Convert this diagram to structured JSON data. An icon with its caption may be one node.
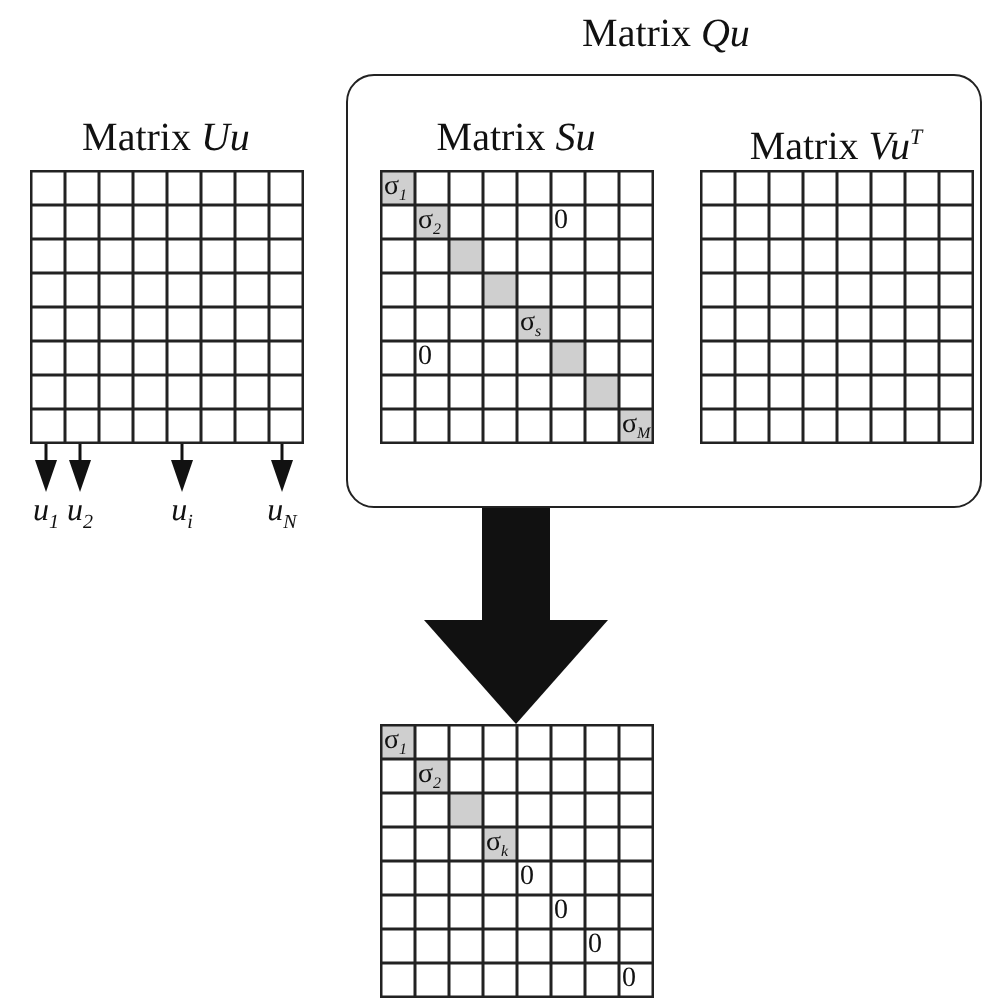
{
  "diagram": {
    "nodes": [
      {
        "text": [
          "Matrix *Qu*"
        ]
      },
      {
        "text": [
          "Matrix *Uu*"
        ]
      },
      {
        "text": [
          "Matrix *Su*",
          "σ$_{1}$",
          "σ$_{2}$",
          "0",
          "σ$_{s}$",
          "0",
          "σ$_{M}$"
        ],
        "in": 0
      },
      {
        "text": [
          "Matrix *Vu*$^{T}$"
        ],
        "in": 0
      },
      {
        "text": [
          "σ$_{1}$",
          "σ$_{2}$",
          "σ$_{k}$",
          "0",
          "0",
          "0",
          "0"
        ]
      },
      {
        "text": [
          "*u*$_{1}$"
        ]
      },
      {
        "text": [
          "*u*$_{2}$"
        ]
      },
      {
        "text": [
          "*u*$_{i}$"
        ]
      },
      {
        "text": [
          "*u*$_{N}$"
        ]
      }
    ],
    "edges": [
      {
        "from": 1,
        "to": 5,
        "arrow": "to"
      },
      {
        "from": 1,
        "to": 6,
        "arrow": "to"
      },
      {
        "from": 1,
        "to": 7,
        "arrow": "to"
      },
      {
        "from": 1,
        "to": 8,
        "arrow": "to"
      },
      {
        "from": 0,
        "to": 4,
        "arrow": "to",
        "style": "thick"
      }
    ]
  }
}
